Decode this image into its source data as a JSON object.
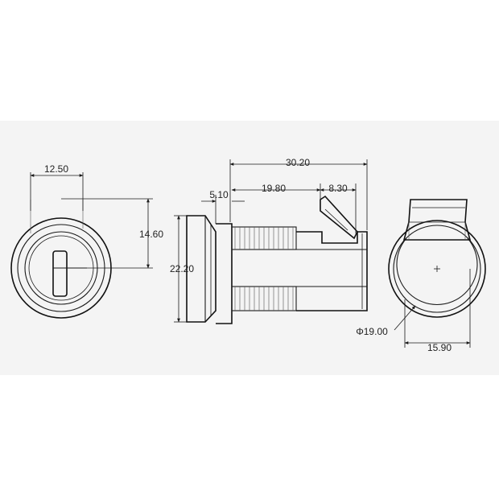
{
  "diagram": {
    "dimensions": {
      "front_width": "12.50",
      "front_height": "14.60",
      "overall_length": "30.20",
      "thread_length": "19.80",
      "cam_length": "8.30",
      "flange_thickness": "5.10",
      "flange_height": "22.20",
      "diameter": "Φ19.00",
      "rear_width": "15.90"
    }
  }
}
